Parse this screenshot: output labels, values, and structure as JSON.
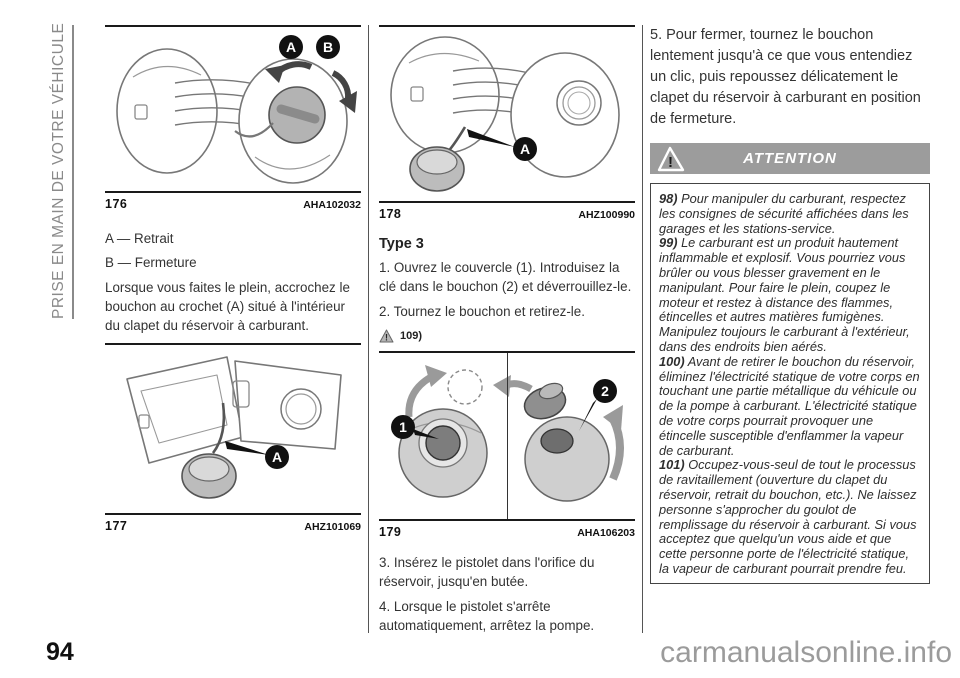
{
  "page": {
    "sidebar_title": "PRISE EN MAIN DE VOTRE VÉHICULE",
    "number": "94",
    "watermark": "carmanualsonline.info"
  },
  "colors": {
    "attention_banner_bg": "#9c9c9c",
    "attention_label": "#ffffff",
    "body_text": "#333333",
    "sidebar_gray": "#8a8a8a",
    "figure_label_circle": "#111111",
    "watermark_gray": "#9b9b9b"
  },
  "column1": {
    "figure_top": {
      "number": "176",
      "code": "AHA102032",
      "labels": [
        "A",
        "B"
      ]
    },
    "legend": [
      "A — Retrait",
      "B — Fermeture"
    ],
    "paragraph": "Lorsque vous faites le plein, accrochez le bouchon au crochet (A) situé à l'intérieur du clapet du réservoir à carburant.",
    "figure_bottom": {
      "number": "177",
      "code": "AHZ101069",
      "labels": [
        "A"
      ]
    }
  },
  "column2": {
    "figure_top": {
      "number": "178",
      "code": "AHZ100990",
      "labels": [
        "A"
      ]
    },
    "heading": "Type 3",
    "steps_before": [
      "1. Ouvrez le couvercle (1). Introduisez la clé dans le bouchon (2) et déverrouillez-le.",
      "2. Tournez le bouchon et retirez-le."
    ],
    "warning_ref": "109)",
    "figure_bottom": {
      "number": "179",
      "code": "AHA106203",
      "labels": [
        "1",
        "2"
      ]
    },
    "steps_after": [
      "3. Insérez le pistolet dans l'orifice du réservoir, jusqu'en butée.",
      "4. Lorsque le pistolet s'arrête automatiquement, arrêtez la pompe."
    ]
  },
  "column3": {
    "paragraph": "5. Pour fermer, tournez le bouchon lentement jusqu'à ce que vous entendiez un clic, puis repoussez délicatement le clapet du réservoir à carburant en position de fermeture.",
    "attention_label": "ATTENTION",
    "warnings": [
      {
        "num": "98)",
        "text": "Pour manipuler du carburant, respectez les consignes de sécurité affichées dans les garages et les stations-service."
      },
      {
        "num": "99)",
        "text": "Le carburant est un produit hautement inflammable et explosif. Vous pourriez vous brûler ou vous blesser gravement en le manipulant. Pour faire le plein, coupez le moteur et restez à distance des flammes, étincelles et autres matières fumigènes. Manipulez toujours le carburant à l'extérieur, dans des endroits bien aérés."
      },
      {
        "num": "100)",
        "text": "Avant de retirer le bouchon du réservoir, éliminez l'électricité statique de votre corps en touchant une partie métallique du véhicule ou de la pompe à carburant. L'électricité statique de votre corps pourrait provoquer une étincelle susceptible d'enflammer la vapeur de carburant."
      },
      {
        "num": "101)",
        "text": "Occupez-vous-seul de tout le processus de ravitaillement (ouverture du clapet du réservoir, retrait du bouchon, etc.). Ne laissez personne s'approcher du goulot de remplissage du réservoir à carburant. Si vous acceptez que quelqu'un vous aide et que cette personne porte de l'électricité statique, la vapeur de carburant pourrait prendre feu."
      }
    ]
  }
}
